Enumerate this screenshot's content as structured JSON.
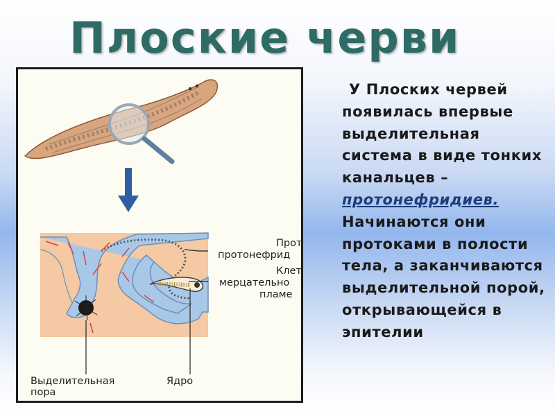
{
  "slide": {
    "title": "Плоские черви",
    "text_before": "У Плоских червей появилась впервые выделительная система в виде тонких канальцев –",
    "text_highlight": "протонефридиев.",
    "text_after": "Начинаются они протоками в полости тела, а заканчиваются выделительной порой, открывающейся в эпителии"
  },
  "figure": {
    "labels": {
      "protonephridia_1": "Прот",
      "protonephridia_2": "протонефрид",
      "cell_1": "Клет",
      "cell_2": "мерцательно",
      "cell_3": "пламе",
      "excretory_pore_1": "Выделительная",
      "excretory_pore_2": "пора",
      "nucleus": "Ядро"
    }
  },
  "colors": {
    "title": "#2e6b66",
    "highlight": "#1f3c7a",
    "frame_bg": "#fdfcf3",
    "worm": "#d9a57d",
    "tissue": "#f4c9a3",
    "canal": "#a9c8e8",
    "arrow": "#2f5fa3"
  }
}
